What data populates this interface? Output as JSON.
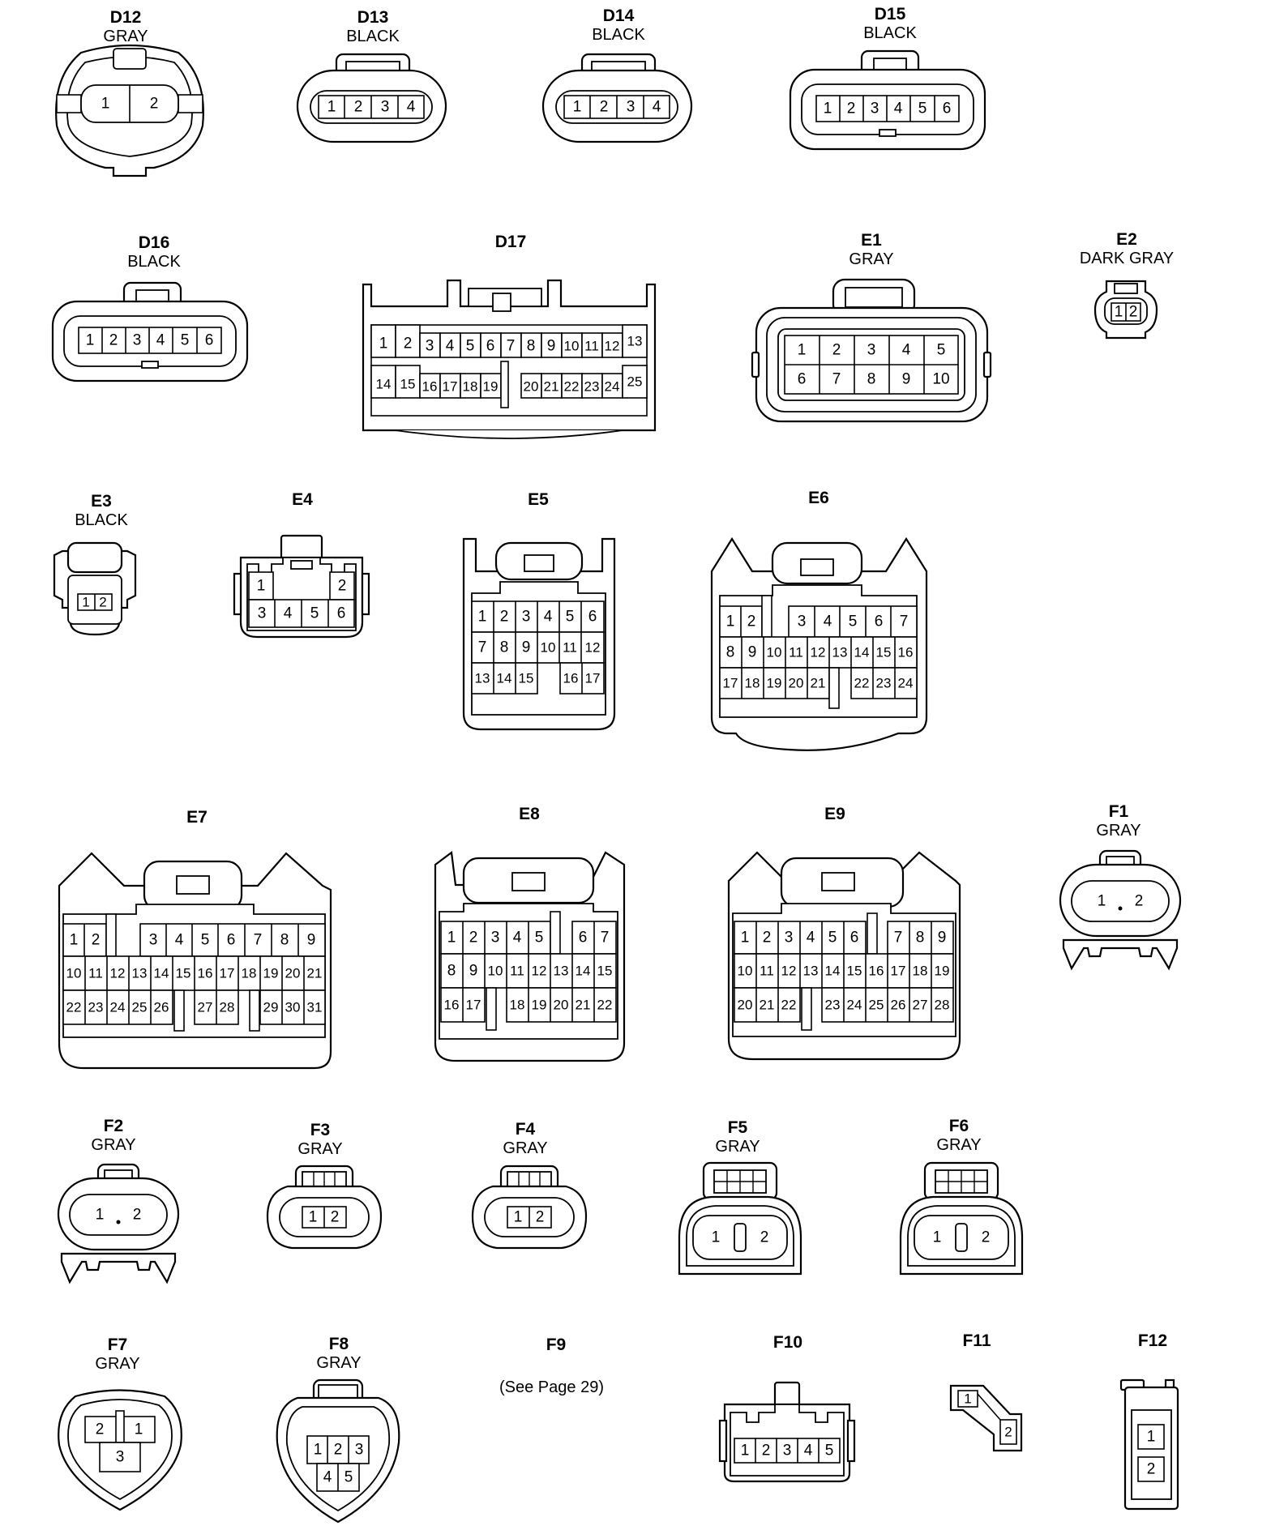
{
  "connectors": [
    {
      "id": "D12",
      "color": "GRAY",
      "pins": [
        "1",
        "2"
      ]
    },
    {
      "id": "D13",
      "color": "BLACK",
      "pins": [
        "1",
        "2",
        "3",
        "4"
      ]
    },
    {
      "id": "D14",
      "color": "BLACK",
      "pins": [
        "1",
        "2",
        "3",
        "4"
      ]
    },
    {
      "id": "D15",
      "color": "BLACK",
      "pins": [
        "1",
        "2",
        "3",
        "4",
        "5",
        "6"
      ]
    },
    {
      "id": "D16",
      "color": "BLACK",
      "pins": [
        "1",
        "2",
        "3",
        "4",
        "5",
        "6"
      ]
    },
    {
      "id": "D17",
      "color": "",
      "rows": [
        [
          "1",
          "2",
          "3",
          "4",
          "5",
          "6",
          "7",
          "8",
          "9",
          "10",
          "11",
          "12",
          "13"
        ],
        [
          "14",
          "15",
          "16",
          "17",
          "18",
          "19",
          "20",
          "21",
          "22",
          "23",
          "24",
          "25"
        ]
      ]
    },
    {
      "id": "E1",
      "color": "GRAY",
      "rows": [
        [
          "1",
          "2",
          "3",
          "4",
          "5"
        ],
        [
          "6",
          "7",
          "8",
          "9",
          "10"
        ]
      ]
    },
    {
      "id": "E2",
      "color": "DARK GRAY",
      "pins": [
        "1",
        "2"
      ]
    },
    {
      "id": "E3",
      "color": "BLACK",
      "pins": [
        "1",
        "2"
      ]
    },
    {
      "id": "E4",
      "color": "",
      "rows": [
        [
          "1",
          "2"
        ],
        [
          "3",
          "4",
          "5",
          "6"
        ]
      ]
    },
    {
      "id": "E5",
      "color": "",
      "rows": [
        [
          "1",
          "2",
          "3",
          "4",
          "5",
          "6"
        ],
        [
          "7",
          "8",
          "9",
          "10",
          "11",
          "12"
        ],
        [
          "13",
          "14",
          "15",
          "16",
          "17"
        ]
      ]
    },
    {
      "id": "E6",
      "color": "",
      "rows": [
        [
          "1",
          "2",
          "3",
          "4",
          "5",
          "6",
          "7"
        ],
        [
          "8",
          "9",
          "10",
          "11",
          "12",
          "13",
          "14",
          "15",
          "16"
        ],
        [
          "17",
          "18",
          "19",
          "20",
          "21",
          "22",
          "23",
          "24"
        ]
      ]
    },
    {
      "id": "E7",
      "color": "",
      "rows": [
        [
          "1",
          "2",
          "3",
          "4",
          "5",
          "6",
          "7",
          "8",
          "9"
        ],
        [
          "10",
          "11",
          "12",
          "13",
          "14",
          "15",
          "16",
          "17",
          "18",
          "19",
          "20",
          "21"
        ],
        [
          "22",
          "23",
          "24",
          "25",
          "26",
          "27",
          "28",
          "29",
          "30",
          "31"
        ]
      ]
    },
    {
      "id": "E8",
      "color": "",
      "rows": [
        [
          "1",
          "2",
          "3",
          "4",
          "5",
          "6",
          "7"
        ],
        [
          "8",
          "9",
          "10",
          "11",
          "12",
          "13",
          "14",
          "15"
        ],
        [
          "16",
          "17",
          "18",
          "19",
          "20",
          "21",
          "22"
        ]
      ]
    },
    {
      "id": "E9",
      "color": "",
      "rows": [
        [
          "1",
          "2",
          "3",
          "4",
          "5",
          "6",
          "7",
          "8",
          "9"
        ],
        [
          "10",
          "11",
          "12",
          "13",
          "14",
          "15",
          "16",
          "17",
          "18",
          "19"
        ],
        [
          "20",
          "21",
          "22",
          "23",
          "24",
          "25",
          "26",
          "27",
          "28"
        ]
      ]
    },
    {
      "id": "F1",
      "color": "GRAY",
      "pins": [
        "1",
        "2"
      ]
    },
    {
      "id": "F2",
      "color": "GRAY",
      "pins": [
        "1",
        "2"
      ]
    },
    {
      "id": "F3",
      "color": "GRAY",
      "pins": [
        "1",
        "2"
      ]
    },
    {
      "id": "F4",
      "color": "GRAY",
      "pins": [
        "1",
        "2"
      ]
    },
    {
      "id": "F5",
      "color": "GRAY",
      "pins": [
        "1",
        "2"
      ]
    },
    {
      "id": "F6",
      "color": "GRAY",
      "pins": [
        "1",
        "2"
      ]
    },
    {
      "id": "F7",
      "color": "GRAY",
      "pins": [
        "2",
        "1",
        "3"
      ]
    },
    {
      "id": "F8",
      "color": "GRAY",
      "rows": [
        [
          "1",
          "2",
          "3"
        ],
        [
          "4",
          "5"
        ]
      ]
    },
    {
      "id": "F9",
      "color": "",
      "note": "(See Page 29)"
    },
    {
      "id": "F10",
      "color": "",
      "pins": [
        "1",
        "2",
        "3",
        "4",
        "5"
      ]
    },
    {
      "id": "F11",
      "color": "",
      "pins": [
        "1",
        "2"
      ]
    },
    {
      "id": "F12",
      "color": "",
      "pins": [
        "1",
        "2"
      ]
    }
  ]
}
